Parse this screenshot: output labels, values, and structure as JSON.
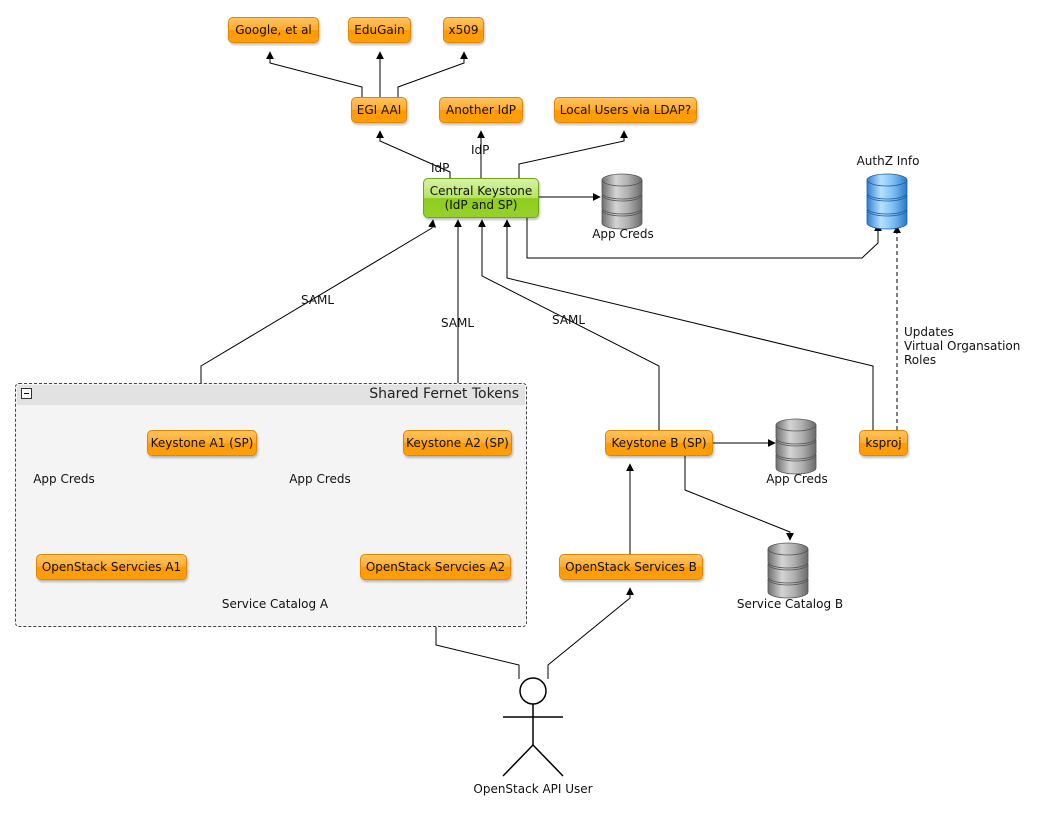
{
  "group": {
    "title": "Shared Fernet Tokens"
  },
  "nodes": {
    "google": "Google, et al",
    "edugain": "EduGain",
    "x509": "x509",
    "egi_aai": "EGI AAI",
    "another_idp": "Another IdP",
    "local_users": "Local Users via LDAP?",
    "central_keystone_line1": "Central Keystone",
    "central_keystone_line2": "(IdP and SP)",
    "keystone_a1": "Keystone A1 (SP)",
    "keystone_a2": "Keystone A2 (SP)",
    "keystone_b": "Keystone B (SP)",
    "ksproj": "ksproj",
    "openstack_a1": "OpenStack Servcies A1",
    "openstack_a2": "OpenStack Servcies A2",
    "openstack_b": "OpenStack Services B"
  },
  "databases": {
    "app_creds_central": "App Creds",
    "authz_info": "AuthZ Info",
    "app_creds_a1": "App Creds",
    "app_creds_a2": "App Creds",
    "app_creds_b": "App Creds",
    "service_catalog_a": "Service Catalog A",
    "service_catalog_b": "Service Catalog B"
  },
  "edge_labels": {
    "idp_1": "IdP",
    "idp_2": "IdP",
    "saml_a1": "SAML",
    "saml_a2": "SAML",
    "saml_b": "SAML",
    "updates_line1": "Updates",
    "updates_line2": "Virtual Organsation",
    "updates_line3": "Roles"
  },
  "actor": {
    "label": "OpenStack API User"
  },
  "colors": {
    "node_orange": "#ff9f0c",
    "node_green": "#8fcc1e",
    "db_gray": "#8c8c8c",
    "db_blue": "#4aa0e6",
    "edge": "#000000"
  }
}
